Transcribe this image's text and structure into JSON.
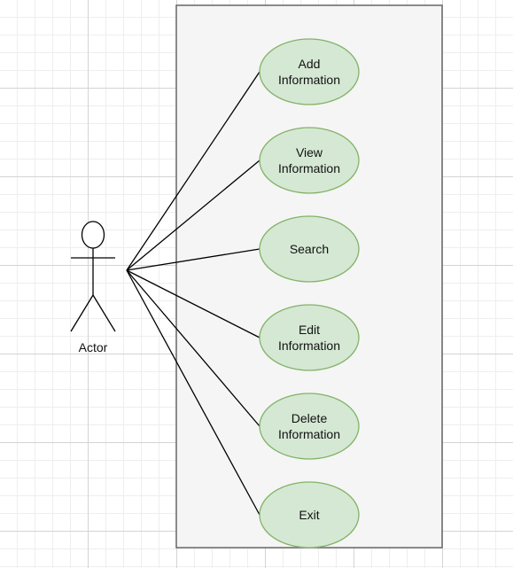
{
  "diagram": {
    "type": "use-case",
    "actor": {
      "label": "Actor"
    },
    "use_cases": [
      {
        "id": "add-information",
        "lines": [
          "Add",
          "Information"
        ]
      },
      {
        "id": "view-information",
        "lines": [
          "View",
          "Information"
        ]
      },
      {
        "id": "search",
        "lines": [
          "Search"
        ]
      },
      {
        "id": "edit-information",
        "lines": [
          "Edit",
          "Information"
        ]
      },
      {
        "id": "delete-information",
        "lines": [
          "Delete",
          "Information"
        ]
      },
      {
        "id": "exit",
        "lines": [
          "Exit"
        ]
      }
    ],
    "colors": {
      "usecase_fill": "#d5e8d4",
      "usecase_stroke": "#82b366",
      "boundary_fill": "#f5f5f5",
      "boundary_stroke": "#666666",
      "line": "#000000"
    }
  }
}
